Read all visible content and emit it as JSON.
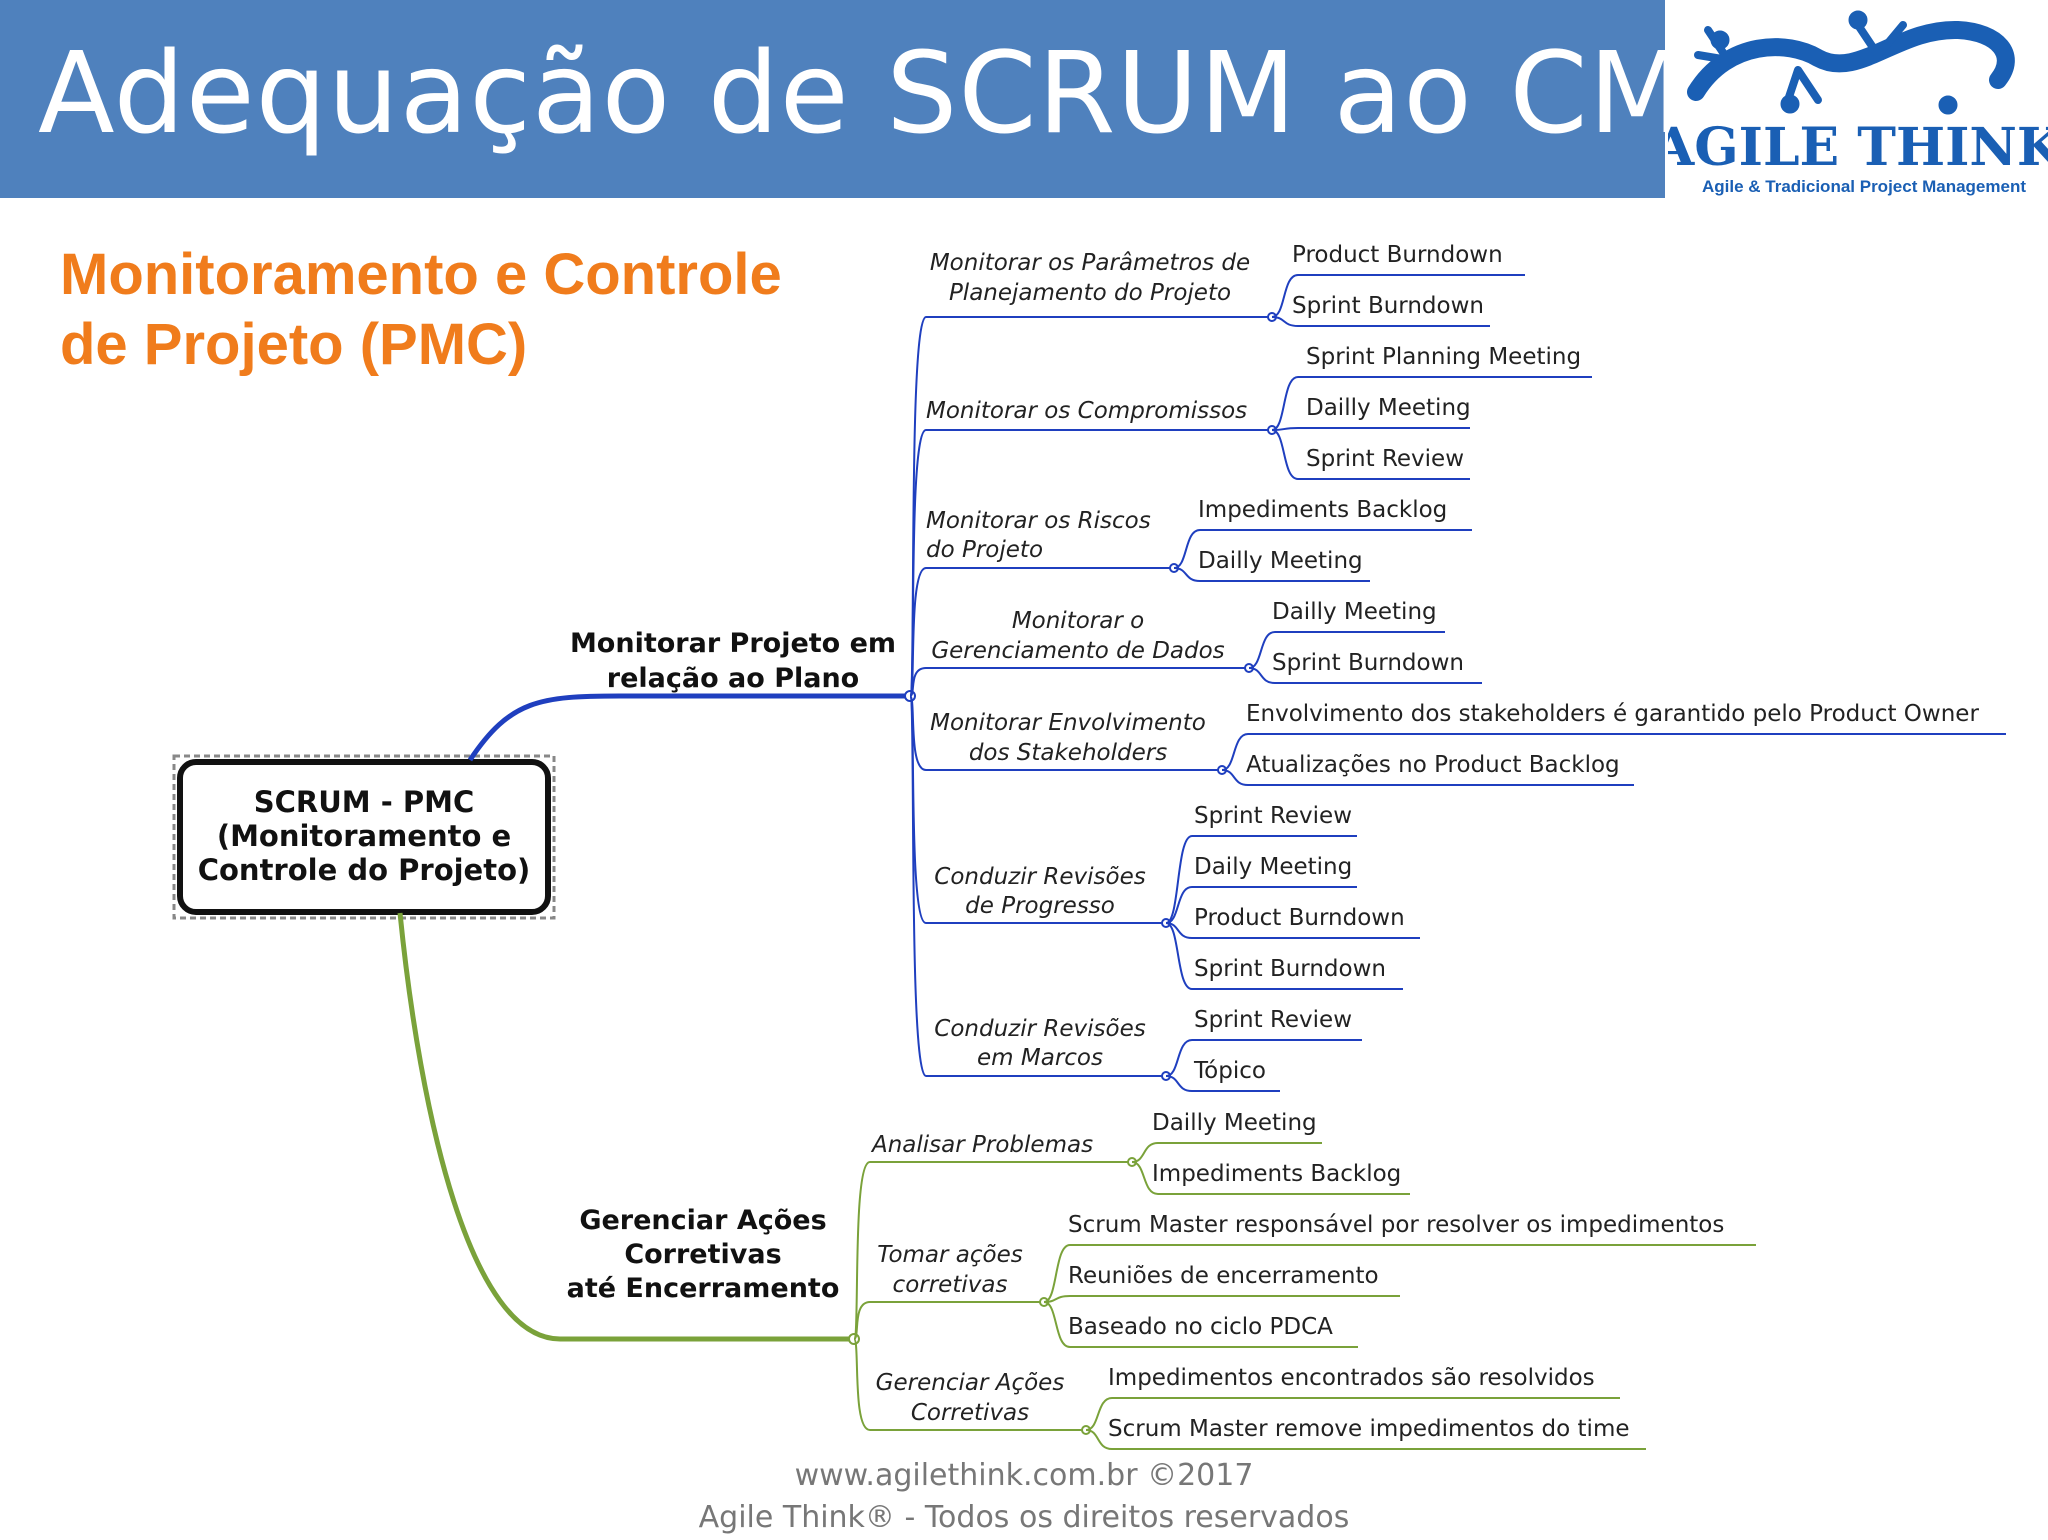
{
  "header": {
    "title": "Adequação de SCRUM ao CMMI"
  },
  "logo": {
    "name": "AGILE THINK",
    "tagline": "Agile & Tradicional Project Management",
    "icon": "gecko-icon"
  },
  "subtitle": {
    "line1": "Monitoramento e Controle",
    "line2": "de Projeto (PMC)"
  },
  "colors": {
    "header": "#4f81bd",
    "subtitle": "#f07c1c",
    "blue_branch": "#1f3fbf",
    "green_branch": "#7aa23a",
    "logo": "#1a5fb4"
  },
  "mindmap": {
    "root": {
      "lines": [
        "SCRUM - PMC",
        "(Monitoramento e",
        "Controle do Projeto)"
      ]
    },
    "branches": [
      {
        "lines": [
          "Monitorar Projeto em",
          "relação ao Plano"
        ],
        "color": "#1f3fbf",
        "children": [
          {
            "lines": [
              "Monitorar os Parâmetros de",
              "Planejamento do Projeto"
            ],
            "leaves": [
              "Product Burndown",
              "Sprint Burndown"
            ]
          },
          {
            "lines": [
              "Monitorar os Compromissos"
            ],
            "leaves": [
              "Sprint Planning Meeting",
              "Dailly Meeting",
              "Sprint Review"
            ]
          },
          {
            "lines": [
              "Monitorar os Riscos",
              "do Projeto"
            ],
            "leaves": [
              "Impediments Backlog",
              "Dailly Meeting"
            ]
          },
          {
            "lines": [
              "Monitorar o",
              "Gerenciamento de Dados"
            ],
            "leaves": [
              "Dailly Meeting",
              "Sprint Burndown"
            ]
          },
          {
            "lines": [
              "Monitorar Envolvimento",
              "dos Stakeholders"
            ],
            "leaves": [
              "Envolvimento dos stakeholders é garantido pelo Product Owner",
              "Atualizações no Product Backlog"
            ]
          },
          {
            "lines": [
              "Conduzir Revisões",
              "de Progresso"
            ],
            "leaves": [
              "Sprint Review",
              "Daily Meeting",
              "Product Burndown",
              "Sprint Burndown"
            ]
          },
          {
            "lines": [
              "Conduzir Revisões",
              "em Marcos"
            ],
            "leaves": [
              "Sprint Review",
              "Tópico"
            ]
          }
        ]
      },
      {
        "lines": [
          "Gerenciar Ações",
          "Corretivas",
          "até Encerramento"
        ],
        "color": "#7aa23a",
        "children": [
          {
            "lines": [
              "Analisar Problemas"
            ],
            "leaves": [
              "Dailly Meeting",
              "Impediments Backlog"
            ]
          },
          {
            "lines": [
              "Tomar ações",
              "corretivas"
            ],
            "leaves": [
              "Scrum Master responsável por resolver os impedimentos",
              "Reuniões de encerramento",
              "Baseado no ciclo PDCA"
            ]
          },
          {
            "lines": [
              "Gerenciar Ações",
              "Corretivas"
            ],
            "leaves": [
              "Impedimentos encontrados são resolvidos",
              "Scrum Master remove impedimentos do time"
            ]
          }
        ]
      }
    ]
  },
  "footer": {
    "line1": "www.agilethink.com.br ©2017",
    "line2": "Agile Think® - Todos os direitos reservados"
  }
}
